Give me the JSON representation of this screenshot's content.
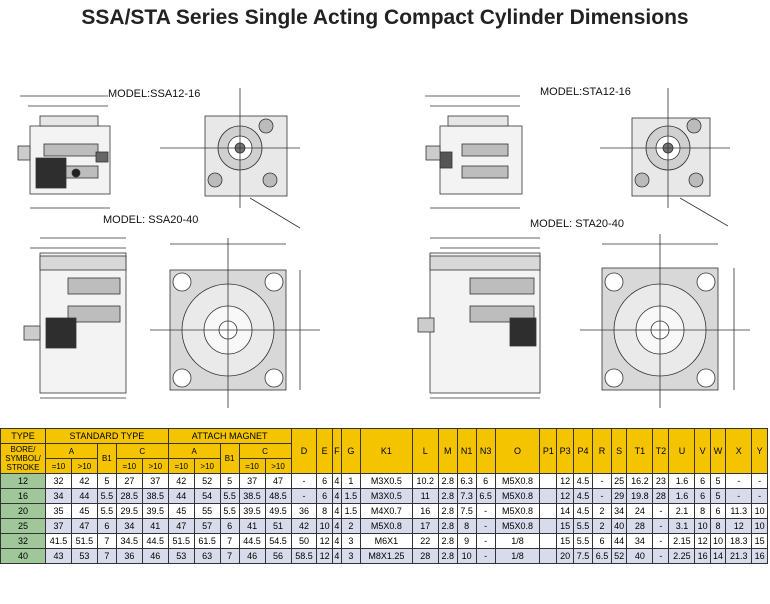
{
  "title": "SSA/STA Series Single Acting Compact Cylinder Dimensions",
  "models": {
    "ssa_small": "MODEL:SSA12-16",
    "sta_small": "MODEL:STA12-16",
    "ssa_large": "MODEL: SSA20-40",
    "sta_large": "MODEL: STA20-40"
  },
  "table": {
    "header_row1": {
      "type": "TYPE",
      "standard_type": "STANDARD TYPE",
      "attach_magnet": "ATTACH MAGNET",
      "singles": [
        "D",
        "E",
        "F",
        "G",
        "K1",
        "L",
        "M",
        "N1",
        "N3",
        "O",
        "P1",
        "P3",
        "P4",
        "R",
        "S",
        "T1",
        "T2",
        "U",
        "V",
        "W",
        "X",
        "Y"
      ]
    },
    "header_row2": {
      "bore_symbol_stroke": "BORE/ SYMBOL/ STROKE",
      "std_a": "A",
      "std_b1": "B1",
      "std_c": "C",
      "mag_a": "A",
      "mag_b1": "B1",
      "mag_c": "C"
    },
    "header_row3": [
      "=10",
      ">10",
      "=10",
      ">10",
      "=10",
      ">10",
      "=10",
      ">10"
    ],
    "rows": [
      [
        "12",
        "32",
        "42",
        "5",
        "27",
        "37",
        "42",
        "52",
        "5",
        "37",
        "47",
        "-",
        "6",
        "4",
        "1",
        "M3X0.5",
        "10.2",
        "2.8",
        "6.3",
        "6",
        "M5X0.8",
        "",
        "12",
        "4.5",
        "-",
        "25",
        "16.2",
        "23",
        "1.6",
        "6",
        "5",
        "-",
        "-"
      ],
      [
        "16",
        "34",
        "44",
        "5.5",
        "28.5",
        "38.5",
        "44",
        "54",
        "5.5",
        "38.5",
        "48.5",
        "-",
        "6",
        "4",
        "1.5",
        "M3X0.5",
        "11",
        "2.8",
        "7.3",
        "6.5",
        "M5X0.8",
        "",
        "12",
        "4.5",
        "-",
        "29",
        "19.8",
        "28",
        "1.6",
        "6",
        "5",
        "-",
        "-"
      ],
      [
        "20",
        "35",
        "45",
        "5.5",
        "29.5",
        "39.5",
        "45",
        "55",
        "5.5",
        "39.5",
        "49.5",
        "36",
        "8",
        "4",
        "1.5",
        "M4X0.7",
        "16",
        "2.8",
        "7.5",
        "-",
        "M5X0.8",
        "",
        "14",
        "4.5",
        "2",
        "34",
        "24",
        "-",
        "2.1",
        "8",
        "6",
        "11.3",
        "10"
      ],
      [
        "25",
        "37",
        "47",
        "6",
        "34",
        "41",
        "47",
        "57",
        "6",
        "41",
        "51",
        "42",
        "10",
        "4",
        "2",
        "M5X0.8",
        "17",
        "2.8",
        "8",
        "-",
        "M5X0.8",
        "",
        "15",
        "5.5",
        "2",
        "40",
        "28",
        "-",
        "3.1",
        "10",
        "8",
        "12",
        "10"
      ],
      [
        "32",
        "41.5",
        "51.5",
        "7",
        "34.5",
        "44.5",
        "51.5",
        "61.5",
        "7",
        "44.5",
        "54.5",
        "50",
        "12",
        "4",
        "3",
        "M6X1",
        "22",
        "2.8",
        "9",
        "-",
        "1/8",
        "",
        "15",
        "5.5",
        "6",
        "44",
        "34",
        "-",
        "2.15",
        "12",
        "10",
        "18.3",
        "15"
      ],
      [
        "40",
        "43",
        "53",
        "7",
        "36",
        "46",
        "53",
        "63",
        "7",
        "46",
        "56",
        "58.5",
        "12",
        "4",
        "3",
        "M8X1.25",
        "28",
        "2.8",
        "10",
        "-",
        "1/8",
        "",
        "20",
        "7.5",
        "6.5",
        "52",
        "40",
        "-",
        "2.25",
        "16",
        "14",
        "21.3",
        "16"
      ]
    ]
  }
}
